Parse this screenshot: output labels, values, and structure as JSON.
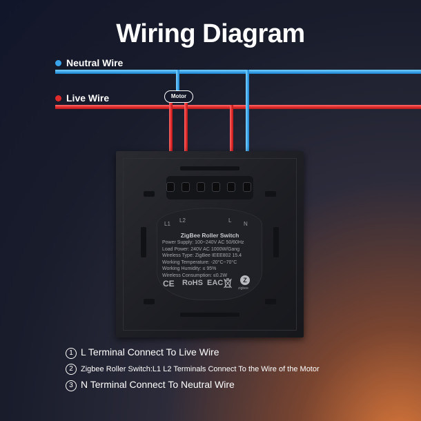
{
  "title": "Wiring Diagram",
  "wires": {
    "neutral_label": "Neutral Wire",
    "live_label": "Live Wire",
    "neutral_color": "#3aa4ea",
    "live_color": "#e02b2b"
  },
  "motor_label": "Motor",
  "device": {
    "terminals": {
      "l1": "L1",
      "l2": "L2",
      "l": "L",
      "n": "N"
    },
    "name": "ZigBee Roller Switch",
    "specs": [
      "Power Supply: 100~240V AC 50/60Hz",
      "Load Power: 240V AC 1000W/Gang",
      "Wireless Type: ZigBee IEEE802 15.4",
      "Working Temperature: -20°C~70°C",
      "Working Humidity: ≤ 95%",
      "Wireless Consumption: ≤0.2W"
    ],
    "cert_ce": "CE",
    "cert_rohs": "RoHS",
    "cert_eac": "EAC",
    "zigbee_word": "zigbee"
  },
  "notes": [
    {
      "num": "1",
      "text": "L Terminal Connect To Live Wire"
    },
    {
      "num": "2",
      "text": "Zigbee Roller Switch:L1 L2 Terminals Connect To the Wire of the Motor"
    },
    {
      "num": "3",
      "text": "N Terminal Connect To Neutral Wire"
    }
  ]
}
